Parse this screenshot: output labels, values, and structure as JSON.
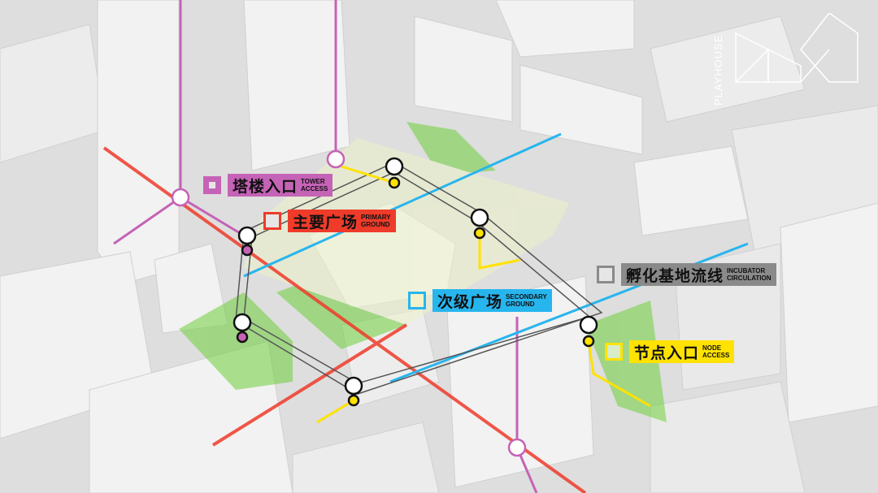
{
  "colors": {
    "tower_access": "#c563b6",
    "primary_ground": "#ef3b2a",
    "secondary_ground": "#27b5ee",
    "incubator_circulation": "#8a8a8a",
    "node_access": "#ffe200",
    "green_space": "#6fcf3c"
  },
  "logo": {
    "text": "PLAYHOUSE"
  },
  "legend": [
    {
      "key": "tower_access",
      "cn": "塔楼入口",
      "en1": "TOWER",
      "en2": "ACCESS",
      "icon": "square-outline-icon"
    },
    {
      "key": "primary_ground",
      "cn": "主要广场",
      "en1": "PRIMARY",
      "en2": "GROUND",
      "icon": "square-outline-icon"
    },
    {
      "key": "secondary_ground",
      "cn": "次级广场",
      "en1": "SECONDARY",
      "en2": "GROUND",
      "icon": "square-outline-icon"
    },
    {
      "key": "incubator_circulation",
      "cn": "孵化基地流线",
      "en1": "INCUBATOR",
      "en2": "CIRCULATION",
      "icon": "square-outline-icon"
    },
    {
      "key": "node_access",
      "cn": "节点入口",
      "en1": "NODE",
      "en2": "ACCESS",
      "icon": "square-outline-icon"
    }
  ]
}
